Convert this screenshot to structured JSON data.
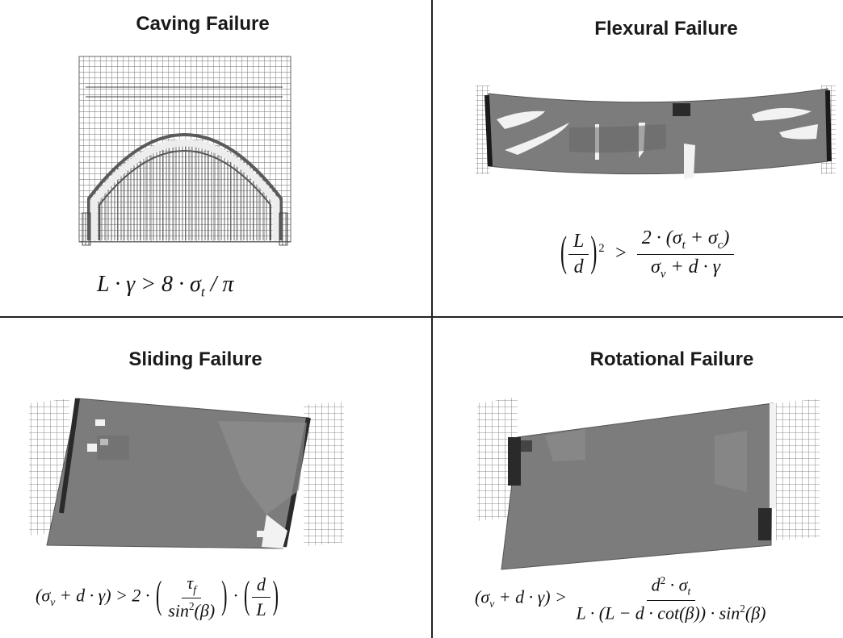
{
  "panels": {
    "caving": {
      "title": "Caving Failure",
      "formula": "L · γ > 8 · σt / π"
    },
    "flexural": {
      "title": "Flexural Failure",
      "formula": "(L/d)² > 2·(σt + σc) / (σv + d·γ)"
    },
    "sliding": {
      "title": "Sliding Failure",
      "formula": "(σv + d·γ) > 2·(τf / sin²(β))·(d/L)"
    },
    "rotational": {
      "title": "Rotational Failure",
      "formula": "(σv + d·γ) > d²·σt / (L·(L − d·cot(β))·sin²(β))"
    }
  },
  "colors": {
    "plate": "#7c7c7c",
    "plate_dark": "#4a4a4a",
    "mesh": "#6a6a6a",
    "crack": "#f2f2f2",
    "divider": "#222222"
  }
}
